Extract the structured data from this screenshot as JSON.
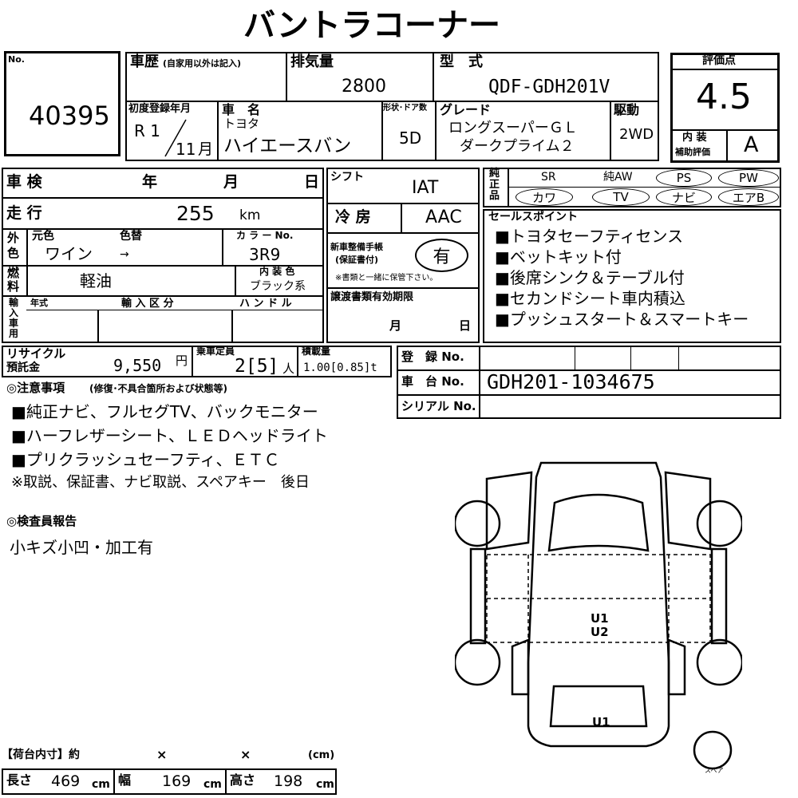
{
  "title": "バントラコーナー",
  "no": {
    "label": "No.",
    "value": "40395"
  },
  "history": {
    "label": "車歴",
    "note": "(自家用以外は記入)"
  },
  "displacement": {
    "label": "排気量",
    "value": "2800"
  },
  "model": {
    "label": "型　式",
    "value": "QDF-GDH201V"
  },
  "rating": {
    "label": "評価点",
    "value": "4.5",
    "interior_label_1": "内 装",
    "interior_label_2": "補助評価",
    "interior_value": "A"
  },
  "first_reg": {
    "label": "初度登録年月",
    "year": "R 1",
    "month": "11",
    "month_unit": "月"
  },
  "car_name": {
    "label": "車　名",
    "maker": "トヨタ",
    "value": "ハイエースバン"
  },
  "doors": {
    "label": "形状･ドア数",
    "value": "5D"
  },
  "grade": {
    "label": "グレード",
    "line1": "ロングスーパーＧＬ",
    "line2": "ダークプライム２"
  },
  "drive": {
    "label": "駆動",
    "value": "2WD"
  },
  "inspection": {
    "label": "車 検",
    "year": "年",
    "month": "月",
    "day": "日"
  },
  "mileage": {
    "label": "走 行",
    "value": "255",
    "unit": "km"
  },
  "color": {
    "outer_label_1": "外",
    "outer_label_2": "色",
    "orig_label": "元色",
    "change_label": "色替",
    "orig_value": "ワイン",
    "arrow": "→",
    "code_label": "カ ラ ー No.",
    "code_value": "3R9"
  },
  "fuel": {
    "label_1": "燃",
    "label_2": "料",
    "value": "軽油",
    "interior_color_label": "内 装 色",
    "interior_color_value": "ブラック系"
  },
  "import": {
    "label_1": "輸",
    "label_2": "入",
    "label_3": "車",
    "label_4": "用",
    "year_label": "年式",
    "type_label": "輸 入 区 分",
    "handle_label": "ハ ン ド ル"
  },
  "shift": {
    "label": "シフト",
    "value": "IAT"
  },
  "ac": {
    "label": "冷 房",
    "value": "AAC"
  },
  "manual": {
    "label_1": "新車整備手帳",
    "label_2": "(保証書付)",
    "value": "有",
    "note": "※書類と一緒に保管下さい。"
  },
  "transfer": {
    "label": "譲渡書類有効期限",
    "month": "月",
    "day": "日"
  },
  "genuine": {
    "label_1": "純",
    "label_2": "正",
    "label_3": "品",
    "items": [
      "SR",
      "純AW",
      "PS",
      "PW",
      "カワ",
      "TV",
      "ナビ",
      "エアB"
    ]
  },
  "sales_points": {
    "label": "セールスポイント",
    "items": [
      "■トヨタセーフティセンス",
      "■ベットキット付",
      "■後席シンク＆テーブル付",
      "■セカンドシート車内積込",
      "■プッシュスタート＆スマートキー"
    ]
  },
  "recycle": {
    "label_1": "リサイクル",
    "label_2": "預託金",
    "value": "9,550",
    "unit": "円"
  },
  "capacity": {
    "label": "乗車定員",
    "value": "2[5]",
    "unit": "人"
  },
  "load": {
    "label": "積載量",
    "value": "1.00[0.85]t"
  },
  "registration": {
    "label": "登　録 No."
  },
  "chassis": {
    "label": "車　台 No.",
    "value": "GDH201-1034675"
  },
  "serial": {
    "label": "シリアル No."
  },
  "notes": {
    "label": "◎注意事項",
    "sub": "(修復･不具合箇所および状態等)",
    "items": [
      "■純正ナビ、フルセグTV、バックモニター",
      "■ハーフレザーシート、ＬＥＤヘッドライト",
      "■プリクラッシュセーフティ、ＥＴＣ",
      "※取説、保証書、ナビ取説、スペアキー　後日"
    ]
  },
  "inspector": {
    "label": "◎検査員報告",
    "value": "小キズ小凹・加工有"
  },
  "diagram": {
    "marks": [
      "U1",
      "U2",
      "U1"
    ],
    "spare_label": "スペア"
  },
  "cargo": {
    "label": "【荷台内寸】約",
    "x1": "×",
    "x2": "×",
    "unit_label": "(cm)",
    "length_label": "長さ",
    "length_value": "469",
    "width_label": "幅",
    "width_value": "169",
    "height_label": "高さ",
    "height_value": "198",
    "unit": "cm"
  }
}
